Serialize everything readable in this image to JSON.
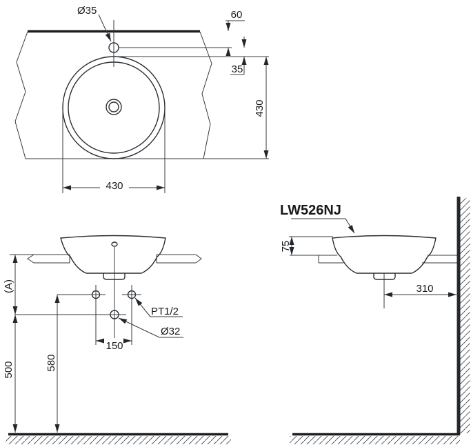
{
  "title": {
    "product_code": "LW526NJ"
  },
  "plan_view": {
    "faucet_hole_dia": "Ø35",
    "edge_to_faucet_hole": "60",
    "faucet_hole_to_rim": "35",
    "basin_depth": "430",
    "basin_width": "430"
  },
  "front_view": {
    "counter_height_ref": "(A)",
    "drain_outlet_height": "500",
    "supply_height": "580",
    "supply_hole_spacing": "150",
    "supply_thread_label": "PT1/2",
    "drain_hole_dia": "Ø32"
  },
  "side_view": {
    "rim_above_counter": "75",
    "drain_center_to_wall": "310"
  },
  "colors": {
    "line": "#2a2e32",
    "text": "#16181b",
    "background": "#ffffff"
  }
}
